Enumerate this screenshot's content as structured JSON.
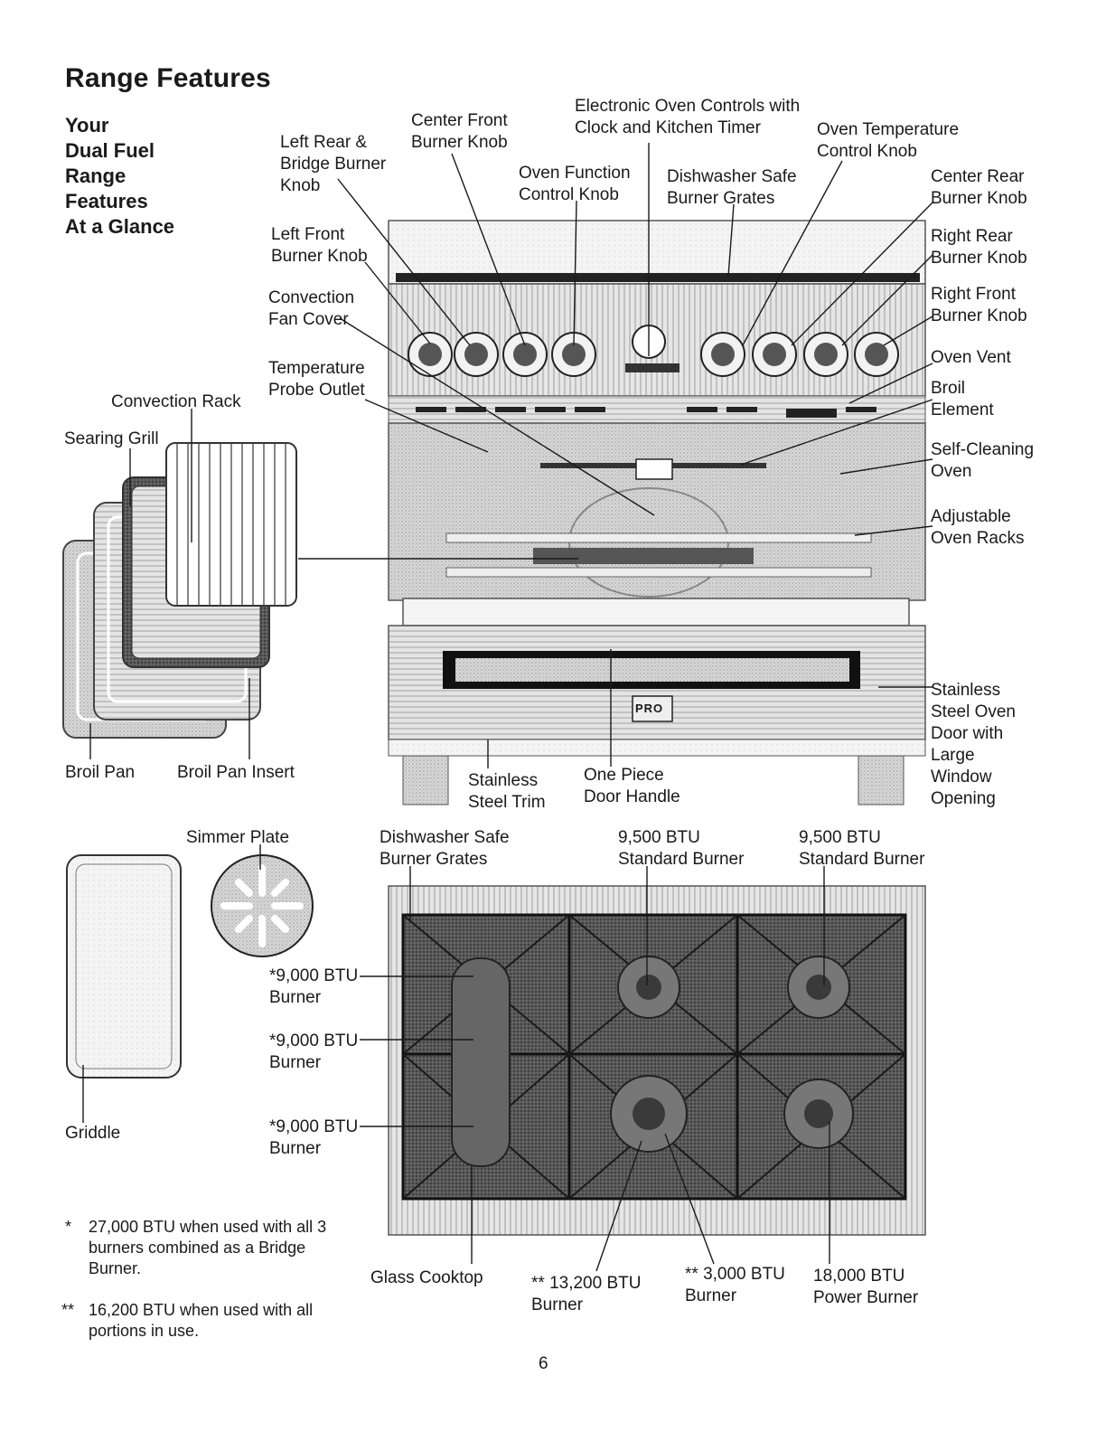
{
  "page": {
    "title": "Range Features",
    "subtitle": "Your\nDual Fuel\nRange\nFeatures\nAt a Glance",
    "page_number": "6"
  },
  "range_labels": {
    "left_rear_bridge_knob": "Left Rear &\nBridge Burner\nKnob",
    "center_front_knob": "Center Front\nBurner Knob",
    "electronic_controls": "Electronic Oven Controls with\nClock and Kitchen Timer",
    "oven_temp_knob": "Oven Temperature\nControl Knob",
    "oven_function_knob": "Oven Function\nControl Knob",
    "dishwasher_grates_top": "Dishwasher Safe\nBurner Grates",
    "center_rear_knob": "Center Rear\nBurner Knob",
    "left_front_knob": "Left Front\nBurner Knob",
    "right_rear_knob": "Right Rear\nBurner Knob",
    "convection_fan_cover": "Convection\nFan Cover",
    "right_front_knob": "Right Front\nBurner Knob",
    "temperature_probe_outlet": "Temperature\nProbe Outlet",
    "oven_vent": "Oven Vent",
    "broil_element": "Broil\nElement",
    "self_cleaning_oven": "Self-Cleaning\nOven",
    "adjustable_racks": "Adjustable\nOven Racks",
    "stainless_door": "Stainless\nSteel Oven\nDoor with\nLarge\nWindow\nOpening",
    "stainless_trim": "Stainless\nSteel Trim",
    "door_handle": "One Piece\nDoor Handle",
    "brand_badge": "PRO"
  },
  "accessory_labels": {
    "convection_rack": "Convection Rack",
    "searing_grill": "Searing Grill",
    "broil_pan": "Broil Pan",
    "broil_pan_insert": "Broil Pan Insert"
  },
  "cooktop_labels": {
    "simmer_plate": "Simmer Plate",
    "griddle": "Griddle",
    "dishwasher_grates": "Dishwasher Safe\nBurner Grates",
    "std_burner_left": "9,500 BTU\nStandard Burner",
    "std_burner_right": "9,500 BTU\nStandard Burner",
    "bridge_burner_1": "*9,000 BTU\nBurner",
    "bridge_burner_2": "*9,000 BTU\nBurner",
    "bridge_burner_3": "*9,000 BTU\nBurner",
    "glass_cooktop": "Glass Cooktop",
    "burner_13200": "** 13,200 BTU\nBurner",
    "burner_3000": "** 3,000 BTU\nBurner",
    "power_burner": "18,000 BTU\nPower Burner"
  },
  "footnotes": {
    "single_mark": "*",
    "single_text": "27,000 BTU when used with all 3\nburners combined as a Bridge\nBurner.",
    "double_mark": "**",
    "double_text": "16,200 BTU when used with all\nportions in use."
  }
}
